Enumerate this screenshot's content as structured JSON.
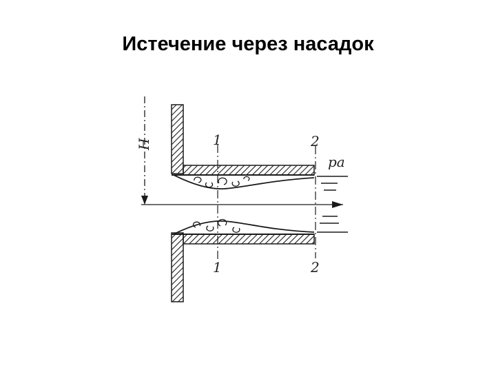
{
  "title": "Истечение через насадок",
  "diagram": {
    "head_label": "H",
    "section_1_label": "1",
    "section_2_label": "2",
    "pressure_label": "pa"
  },
  "colors": {
    "ink": "#1a1a1a",
    "background": "#ffffff"
  }
}
